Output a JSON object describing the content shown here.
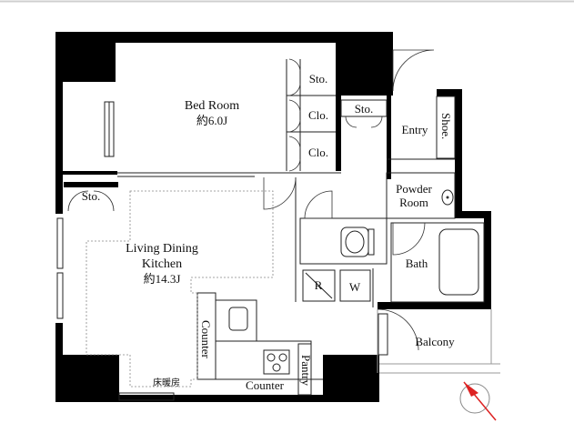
{
  "rooms": {
    "bedroom": {
      "name": "Bed Room",
      "size": "約6.0J"
    },
    "ldk": {
      "name_line1": "Living Dining",
      "name_line2": "Kitchen",
      "size": "約14.3J"
    },
    "entry": "Entry",
    "powder_line1": "Powder",
    "powder_line2": "Room",
    "bath": "Bath",
    "balcony": "Balcony"
  },
  "storage": {
    "sto_bed": "Sto.",
    "clo1": "Clo.",
    "clo2": "Clo.",
    "sto_entry": "Sto.",
    "shoe": "Shoe.",
    "sto_ldk": "Sto.",
    "pantry": "Pantry"
  },
  "fixtures": {
    "fridge": "R",
    "washer": "W",
    "counter_vertical": "Counter",
    "counter_bottom": "Counter",
    "floor_heating": "床暖房"
  }
}
